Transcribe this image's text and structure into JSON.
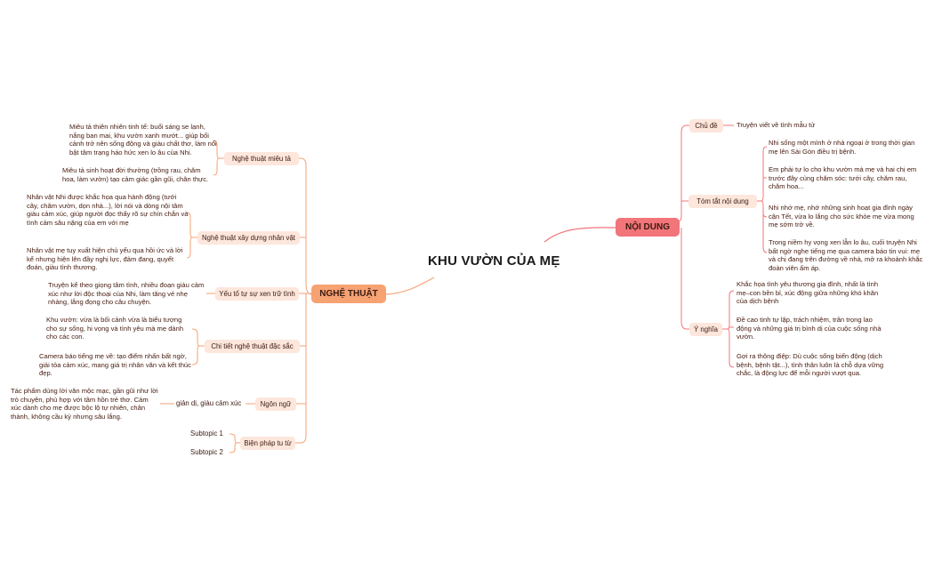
{
  "root": "KHU VƯỜN CỦA MẸ",
  "left": {
    "title": "NGHỆ THUẬT",
    "branches": [
      {
        "label": "Nghệ thuật miêu tả",
        "notes": [
          "Miêu tả thiên nhiên tinh tế: buổi sáng se lạnh, nắng ban mai, khu vườn xanh mướt... giúp bối cảnh trở nên sống động và giàu chất thơ, làm nổi bật tâm trạng háo hức xen lo âu của Nhi.",
          "Miêu tả sinh hoạt đời thường (trồng rau, chăm hoa, làm vườn) tạo cảm giác gần gũi, chân thực."
        ]
      },
      {
        "label": "Nghệ thuật xây dựng nhân vật",
        "notes": [
          "Nhân vật Nhi được khắc họa qua hành động (tưới cây, chăm vườn, dọn nhà...), lời nói và dòng nội tâm giàu cảm xúc, giúp người đọc thấy rõ sự chín chắn và tình cảm sâu nặng của em với mẹ",
          "Nhân vật mẹ tuy xuất hiện chủ yếu qua hồi ức và lời kể nhưng hiện lên đầy nghị lực, đảm đang, quyết đoán, giàu tình thương."
        ]
      },
      {
        "label": "Yếu tố tự sự xen trữ tình",
        "notes": [
          "Truyện kể theo giọng tâm tình, nhiều đoạn giàu cảm xúc như lời độc thoại của Nhi, làm tăng vẻ nhẹ nhàng, lắng đọng cho câu chuyện."
        ]
      },
      {
        "label": "Chi tiết nghệ thuật đặc sắc",
        "notes": [
          "Khu vườn: vừa là bối cảnh vừa là biểu tượng cho sự sống, hi vọng và tình yêu mà mẹ dành cho các con.",
          "Camera báo tiếng mẹ về: tạo điểm nhấn bất ngờ, giải tỏa cảm xúc, mang giá trị nhân văn và kết thúc đẹp."
        ]
      },
      {
        "label": "Ngôn ngữ",
        "sub": "giản dị, giàu cảm xúc",
        "notes": [
          "Tác phẩm dùng lời văn mộc mạc, gần gũi như lời trò chuyện, phù hợp với tâm hồn trẻ thơ. Cảm xúc dành cho mẹ được bộc lộ tự nhiên, chân thành, không cầu kỳ nhưng sâu lắng."
        ]
      },
      {
        "label": "Biện pháp tu từ",
        "subs": [
          "Subtopic 1",
          "Subtopic 2"
        ]
      }
    ]
  },
  "right": {
    "title": "NỘI DUNG",
    "branches": [
      {
        "label": "Chủ đề",
        "notes": [
          "Truyện viết về tình mẫu tử"
        ]
      },
      {
        "label": "Tóm tắt nội dung",
        "notes": [
          "Nhi sống một mình ở nhà ngoại ở trong thời gian mẹ lên Sài Gòn điều trị bệnh.",
          "Em phải tự lo cho khu vườn mà mẹ và hai chị em trước đây cùng chăm sóc: tưới cây, chăm rau, chăm hoa...",
          "Nhi nhớ mẹ, nhớ những sinh hoạt gia đình ngày cận Tết, vừa lo lắng cho sức khỏe mẹ vừa mong mẹ sớm trở về.",
          "Trong niềm hy vọng xen lẫn lo âu, cuối truyện Nhi bất ngờ nghe tiếng mẹ qua camera báo tin vui: mẹ và chị đang trên đường về nhà, mở ra khoảnh khắc đoàn viên ấm áp."
        ]
      },
      {
        "label": "Ý nghĩa",
        "notes": [
          "Khắc họa tình yêu thương gia đình, nhất là tình mẹ–con bền bỉ, xúc động giữa những khó khăn của dịch bệnh",
          "Đề cao tinh tự lập, trách nhiệm, trân trọng lao động và những giá trị bình dị của cuộc sống nhà vườn.",
          "Gợi ra thông điệp: Dù cuộc sống biến động (dịch bệnh, bệnh tật...), tình thân luôn là chỗ dựa vững chắc, là động lực để mỗi người vượt qua."
        ]
      }
    ]
  },
  "colors": {
    "left_line": "#f6a273",
    "right_line": "#f2757a",
    "pill_bg": "#fde6dc"
  }
}
